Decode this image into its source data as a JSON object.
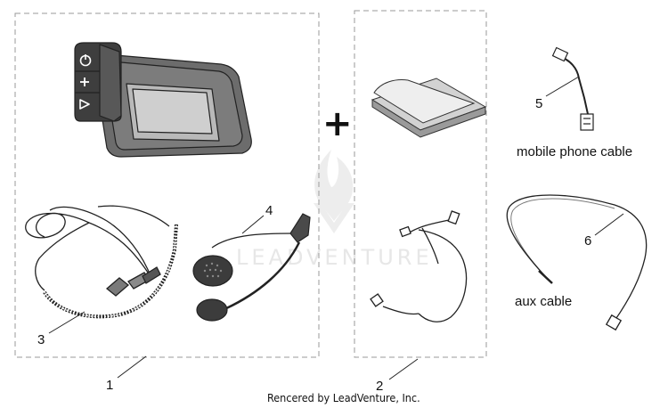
{
  "callouts": [
    "1",
    "2",
    "3",
    "4",
    "5",
    "6"
  ],
  "captions": {
    "mobile_phone_cable": "mobile phone cable",
    "aux_cable": "aux cable"
  },
  "plus_sign": "+",
  "watermark": "LEADVENTURE",
  "footer": "Rencered by LeadVenture, Inc.",
  "colors": {
    "line": "#222222",
    "dash": "#9a9a9a",
    "unit_body": "#6c6c6c",
    "unit_dark": "#3e3e3e",
    "screen": "#b9b9b9",
    "watermark": "#e7e7e7"
  },
  "icons": [
    "power-icon",
    "plus-icon",
    "play-icon"
  ]
}
